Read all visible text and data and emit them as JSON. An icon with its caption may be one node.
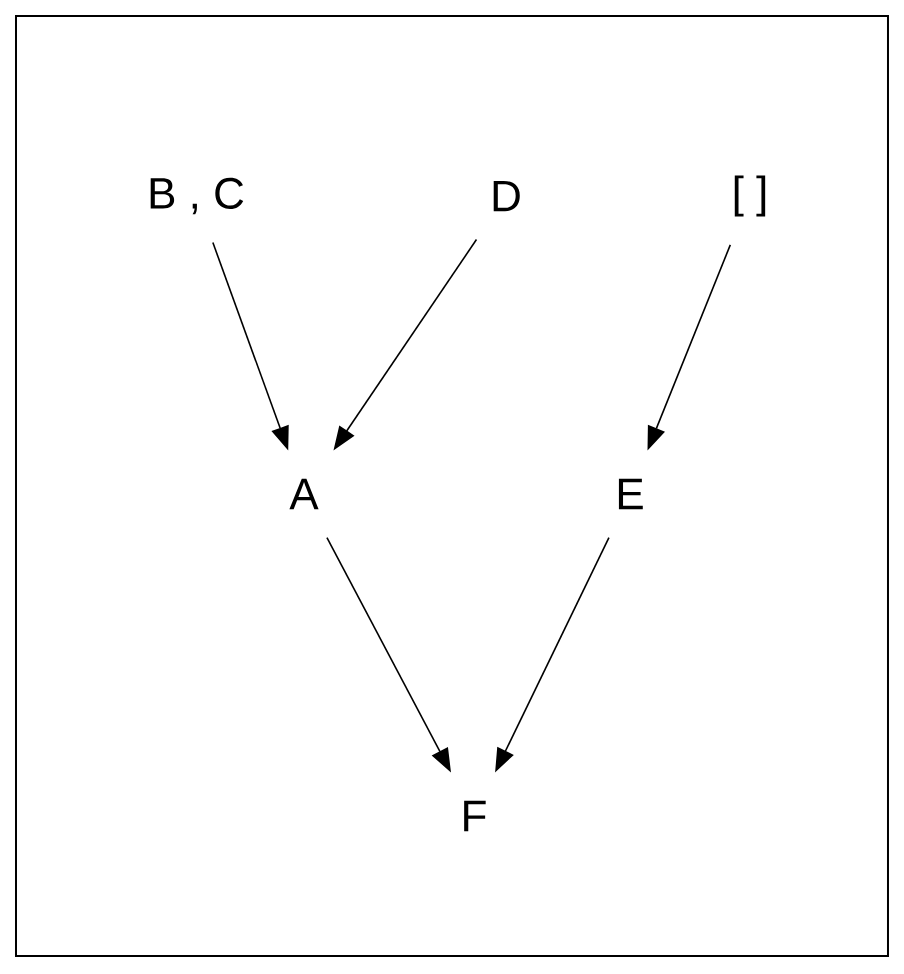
{
  "diagram": {
    "nodes": [
      {
        "text": [
          "B , C"
        ]
      },
      {
        "text": [
          "D"
        ]
      },
      {
        "text": [
          "[ ]"
        ]
      },
      {
        "text": [
          "A"
        ]
      },
      {
        "text": [
          "E"
        ]
      },
      {
        "text": [
          "F"
        ]
      }
    ],
    "edges": [
      {
        "from": 0,
        "to": 3,
        "arrow": "to"
      },
      {
        "from": 1,
        "to": 3,
        "arrow": "to"
      },
      {
        "from": 2,
        "to": 4,
        "arrow": "to"
      },
      {
        "from": 3,
        "to": 5,
        "arrow": "to"
      },
      {
        "from": 4,
        "to": 5,
        "arrow": "to"
      }
    ]
  }
}
